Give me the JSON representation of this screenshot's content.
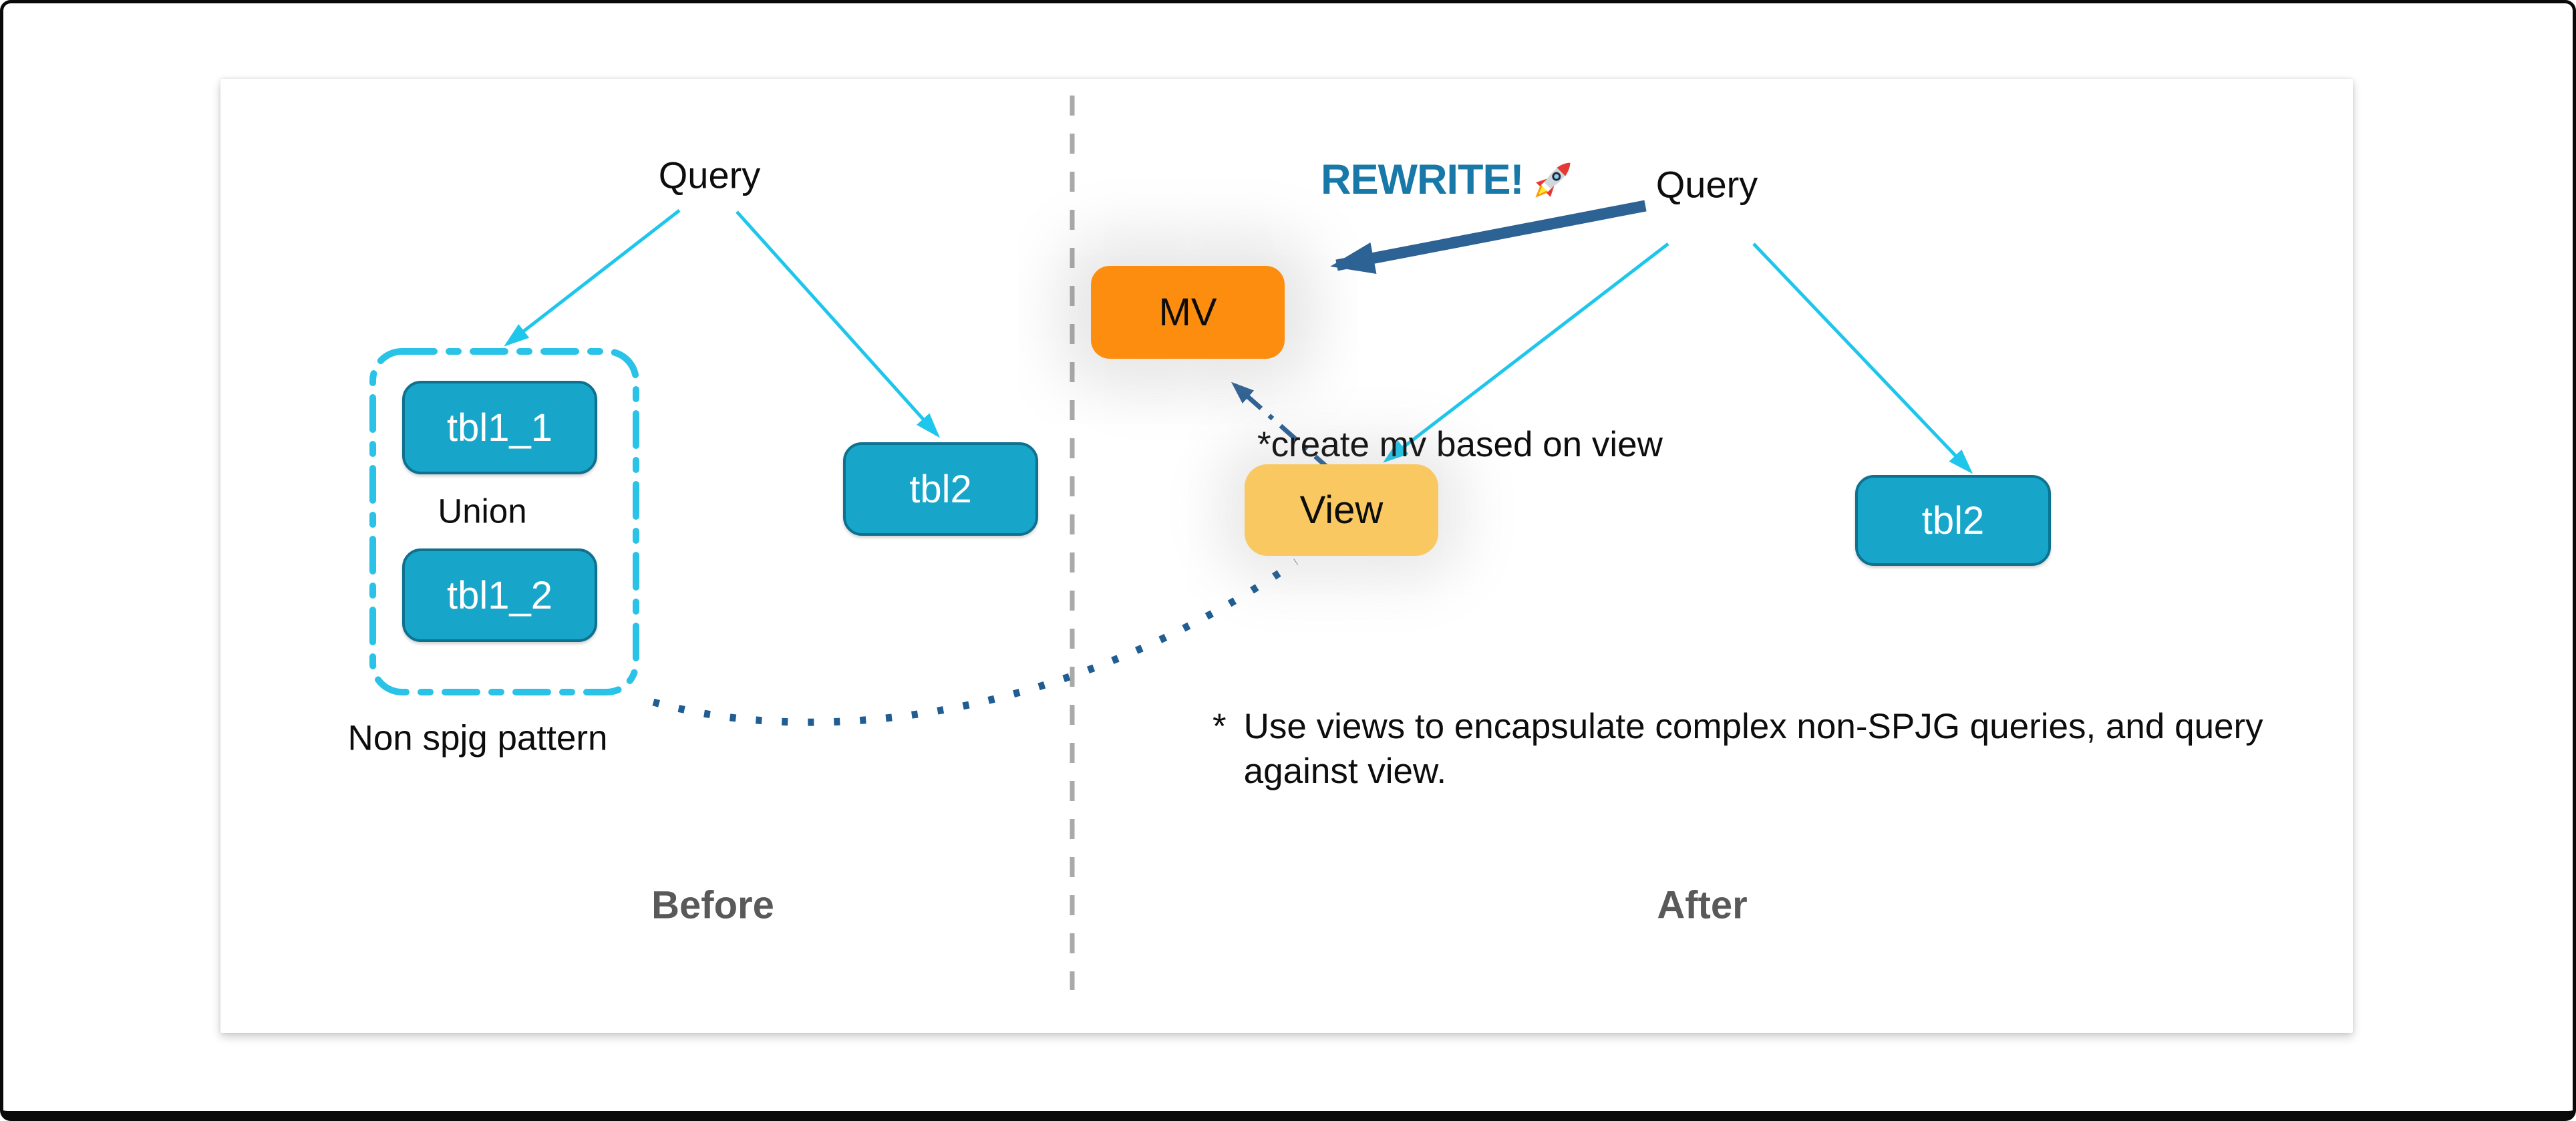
{
  "diagram": {
    "before": {
      "title": "Before",
      "query_label": "Query",
      "pattern_group": {
        "tables": [
          "tbl1_1",
          "tbl1_2"
        ],
        "operator": "Union",
        "caption": "Non spjg pattern"
      },
      "table2_label": "tbl2"
    },
    "after": {
      "title": "After",
      "rewrite_label": "REWRITE!",
      "rocket_icon": "🚀",
      "query_label": "Query",
      "mv_label": "MV",
      "view_label": "View",
      "table2_label": "tbl2",
      "create_note": "*create mv based on view",
      "footnote_marker": "*",
      "footnote_line1": "Use views to encapsulate complex non-SPJG queries, and query",
      "footnote_line2": "against view."
    },
    "colors": {
      "table_fill": "#17A5C9",
      "table_border": "#0E7190",
      "dashed_group_stroke": "#2AC3E7",
      "cyan_arrow": "#1EC6EC",
      "mv_fill": "#FC8D0E",
      "view_fill": "#F9C860",
      "navy_arrow": "#2D6295",
      "dotted_curve": "#1F5D92",
      "rewrite_text": "#1879A8",
      "divider_gray": "#A9A9A9",
      "section_label_gray": "#595959"
    }
  }
}
